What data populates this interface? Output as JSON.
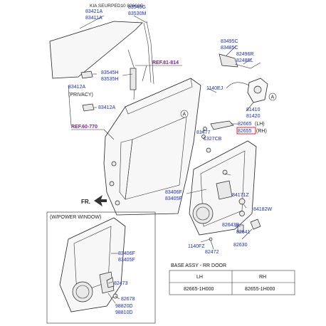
{
  "header": {
    "title": "KIA SEURPED10 82660G"
  },
  "labels": {
    "l83421a": "83421A",
    "l83411a": "83411A",
    "l83540g": "83540G",
    "l83530m": "83530M",
    "l83545h": "83545H",
    "l83535h": "83535H",
    "l83412a_1": "83412A",
    "privacy": "(PRIVACY)",
    "l83412a_2": "83412A",
    "l83495c": "83495C",
    "l83485c": "83485C",
    "l82496r": "82496R",
    "l82486l": "82486L",
    "l1140ej": "1140EJ",
    "l81410": "81410",
    "l81420": "81420",
    "l82665": "82665",
    "lh": "(LH)",
    "l82655": "82655",
    "rh": "(RH)",
    "l81477": "81477",
    "l1327cb": "1327CB",
    "l84171z": "84171Z",
    "l83406f_1": "83406F",
    "l83405f_1": "83405F",
    "l84182w": "84182W",
    "l82643b": "82643B",
    "l82641": "82641",
    "l1140fz": "1140FZ",
    "l82472": "82472",
    "l82630": "82630",
    "fr": "FR.",
    "power_window": "(W/POWER WINDOW)",
    "l83406f_2": "83406F",
    "l83405f_2": "83405F",
    "l82473": "82473",
    "l82678": "82678",
    "l98820d": "98820D",
    "l98810d": "98810D",
    "callout_a": "A"
  },
  "refs": {
    "ref81814": "REF.81-814",
    "ref60770": "REF.60-770"
  },
  "table": {
    "title": "BASE ASSY - RR DOOR",
    "headers": [
      "LH",
      "RH"
    ],
    "row": [
      "82665-1H000",
      "82655-1H000"
    ]
  }
}
